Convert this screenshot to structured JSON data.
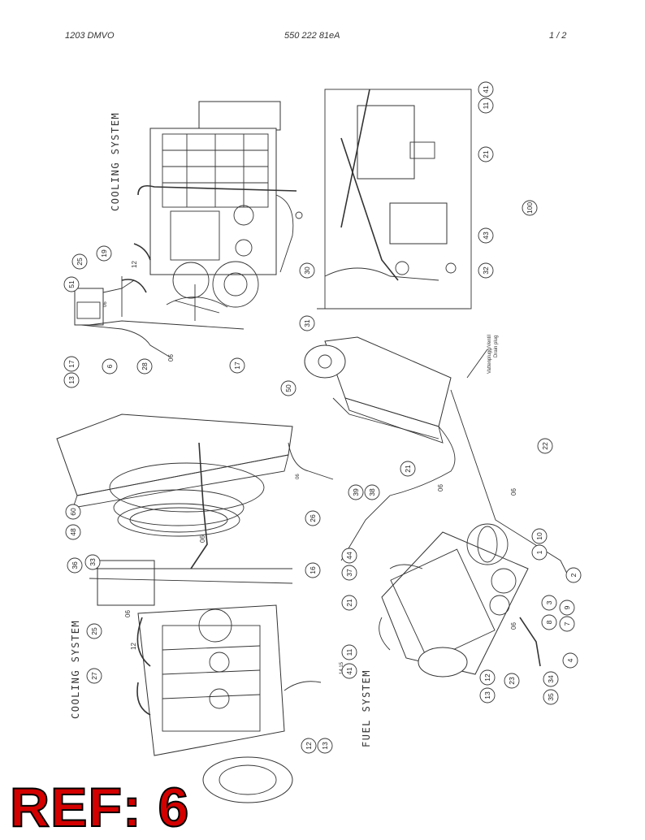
{
  "header": {
    "left": "1203 DMVO",
    "middle": "550 222 81eA",
    "right": "1 /  2"
  },
  "labels": {
    "cooling_top": "COOLING SYSTEM",
    "cooling_bottom": "COOLING SYSTEM",
    "fuel": "FUEL SYSTEM",
    "drain_plug_1": "Vattenplugg/Ventil",
    "drain_plug_2": "Drain plug",
    "hose_label_1": "12",
    "hose_label_2": "06",
    "hose_label_3": "06",
    "hose_label_4": "06",
    "hose_label_5": "06",
    "hose_label_6": "06",
    "hose_label_7": "06",
    "hose_label_8": "12",
    "hose_label_9": "06",
    "hose_label_10": "06",
    "note_1415": "14 15"
  },
  "callouts": [
    "41",
    "11",
    "21",
    "100",
    "43",
    "32",
    "30",
    "31",
    "25",
    "19",
    "51",
    "13",
    "17",
    "6",
    "28",
    "50",
    "17",
    "36",
    "33",
    "60",
    "48",
    "39",
    "38",
    "26",
    "16",
    "25",
    "27",
    "22",
    "21",
    "44",
    "37",
    "21",
    "41",
    "11",
    "10",
    "1",
    "2",
    "9",
    "3",
    "7",
    "8",
    "4",
    "12",
    "23",
    "34",
    "13",
    "35",
    "12",
    "13"
  ],
  "ref_label": "REF: 6",
  "colors": {
    "ref": "#d40000",
    "line": "#333333"
  }
}
